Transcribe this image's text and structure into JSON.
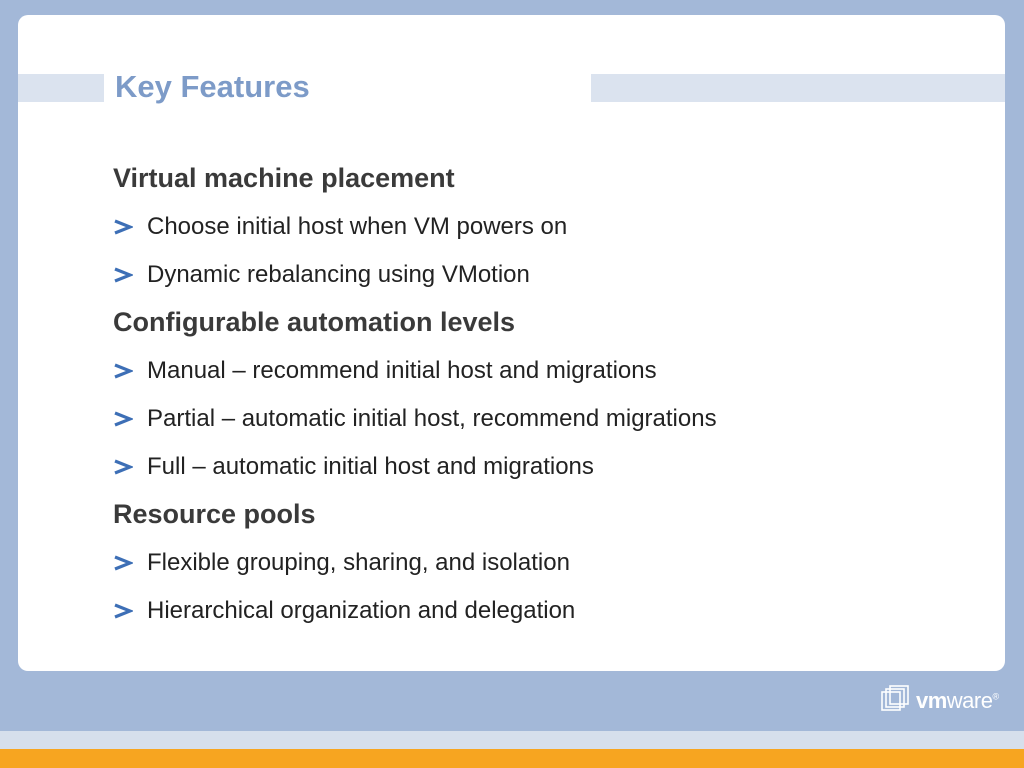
{
  "slide": {
    "title": "Key Features"
  },
  "sections": [
    {
      "heading": "Virtual machine placement",
      "bullets": [
        "Choose initial host when VM powers on",
        "Dynamic rebalancing using VMotion"
      ]
    },
    {
      "heading": "Configurable automation levels",
      "bullets": [
        "Manual – recommend initial host and migrations",
        "Partial – automatic initial host, recommend migrations",
        "Full – automatic initial host and migrations"
      ]
    },
    {
      "heading": "Resource pools",
      "bullets": [
        "Flexible grouping, sharing, and isolation",
        "Hierarchical organization and delegation"
      ]
    }
  ],
  "logo": {
    "brand_vm": "vm",
    "brand_ware": "ware",
    "registered": "®",
    "icon": "vmware-boxes-icon"
  },
  "colors": {
    "background": "#a3b8d8",
    "title": "#7d9bc8",
    "bullet_arrow": "#3d6fb6",
    "footer_orange": "#f7a520",
    "band": "#dbe3ef"
  }
}
